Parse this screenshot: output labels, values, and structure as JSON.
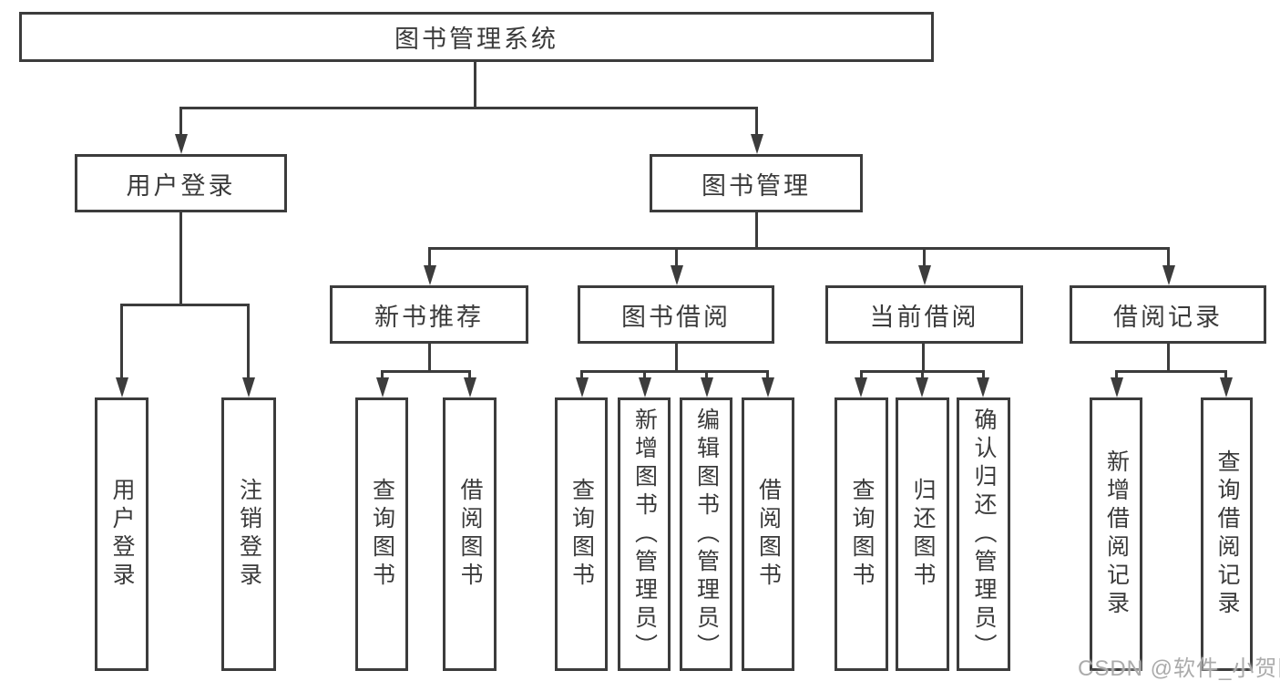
{
  "nodes": {
    "root": "图书管理系统",
    "level2": {
      "user_login": "用户登录",
      "book_mgmt": "图书管理"
    },
    "level3": {
      "new_book_rec": "新书推荐",
      "book_borrow": "图书借阅",
      "current_borrow": "当前借阅",
      "borrow_records": "借阅记录"
    },
    "leaves": {
      "user_login": "用户登录",
      "logout": "注销登录",
      "query_book": "查询图书",
      "borrow_book": "借阅图书",
      "add_book_admin": "新增图书（管理员）",
      "edit_book_admin": "编辑图书（管理员）",
      "return_book": "归还图书",
      "confirm_return_admin": "确认归还（管理员）",
      "add_borrow_record": "新增借阅记录",
      "query_borrow_record": "查询借阅记录"
    }
  },
  "watermark": "CSDN @软件_小贺同学",
  "colors": {
    "line": "#3c3c3c",
    "text": "#3a3a3a",
    "bg": "#ffffff",
    "watermark": "#ababab"
  }
}
